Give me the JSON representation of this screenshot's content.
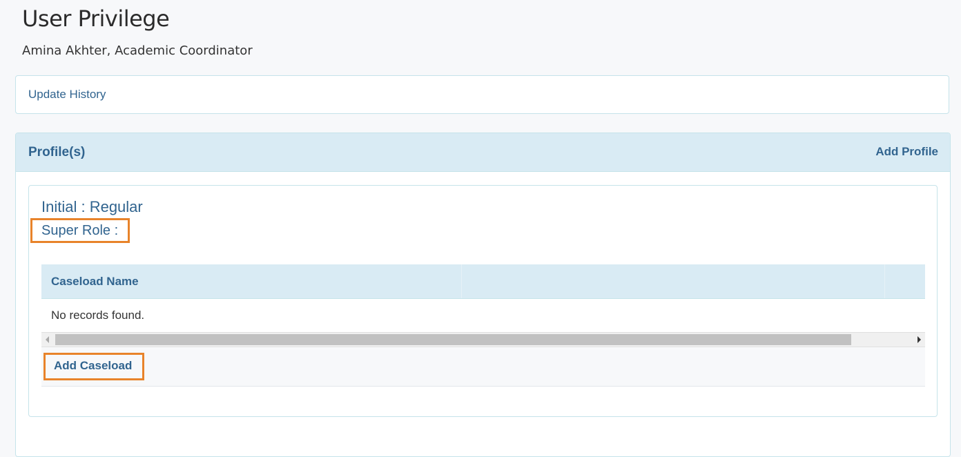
{
  "header": {
    "title": "User Privilege",
    "subtitle": "Amina Akhter, Academic Coordinator"
  },
  "history": {
    "link_label": "Update History"
  },
  "profiles": {
    "title": "Profile(s)",
    "add_profile_label": "Add Profile",
    "card": {
      "initial": "Initial : Regular",
      "super_role": "Super Role :",
      "table": {
        "columns": [
          "Caseload Name",
          "",
          ""
        ],
        "empty_message": "No records found."
      },
      "add_caseload_label": "Add Caseload"
    }
  },
  "colors": {
    "accent": "#31648f",
    "header_bg": "#d9ebf4",
    "highlight": "#e8832a"
  }
}
